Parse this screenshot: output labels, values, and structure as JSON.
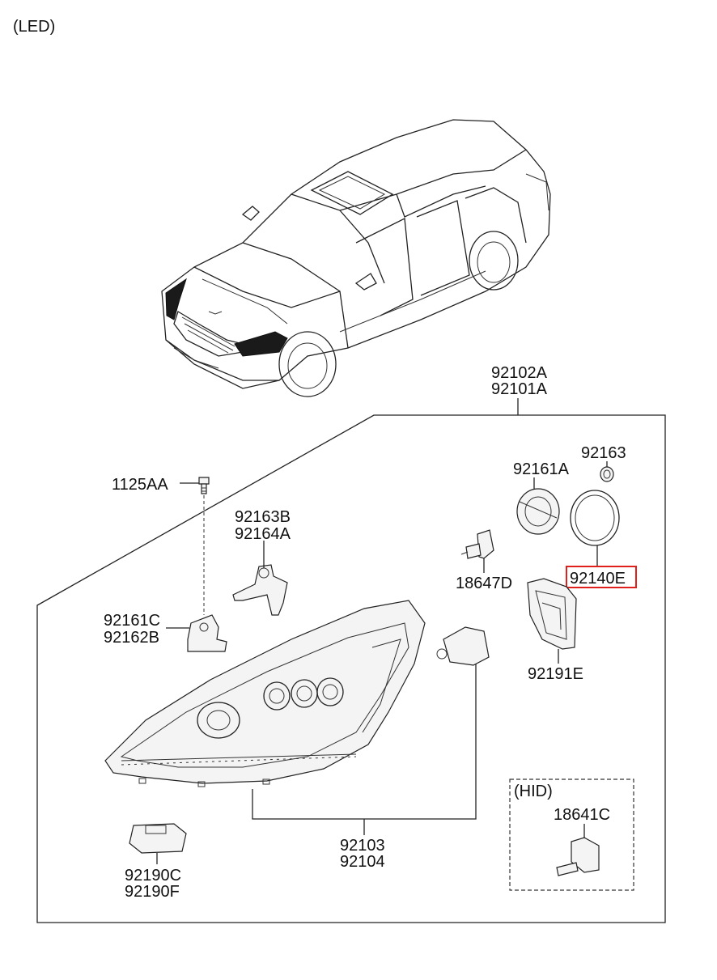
{
  "variant_label": "(LED)",
  "hid_label": "(HID)",
  "highlight_color": "#e0201c",
  "labels": {
    "assembly_rh": "92102A",
    "assembly_lh": "92101A",
    "bolt": "1125AA",
    "bracket_b": "92163B",
    "bracket_a": "92164A",
    "holder_c": "92161C",
    "holder_b": "92162B",
    "socket_a": "92161A",
    "clip": "92163",
    "bulb": "18647D",
    "cap": "92140E",
    "cover": "92191E",
    "lamp_rh": "92103",
    "lamp_lh": "92104",
    "module_c": "92190C",
    "module_f": "92190F",
    "hid_bulb": "18641C"
  }
}
